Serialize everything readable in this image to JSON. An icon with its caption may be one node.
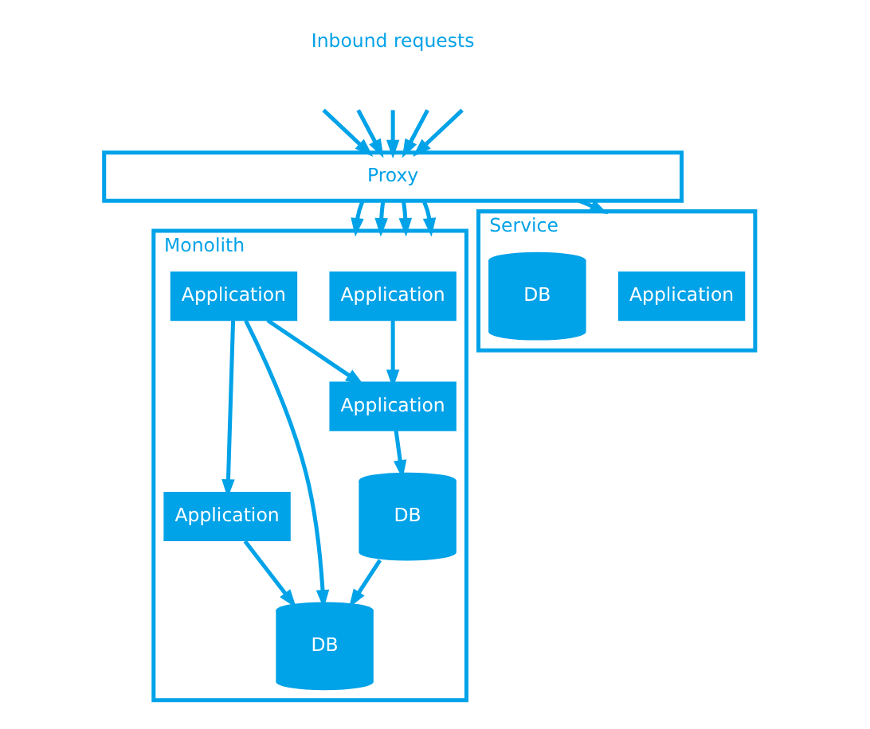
{
  "diagram": {
    "nodes": [
      {
        "text": [
          "Proxy"
        ]
      },
      {
        "text": [
          "Monolith"
        ]
      },
      {
        "text": [
          "Application"
        ],
        "in": 1
      },
      {
        "text": [
          "Application"
        ],
        "in": 1
      },
      {
        "text": [
          "Application"
        ],
        "in": 1
      },
      {
        "text": [
          "Application"
        ],
        "in": 1
      },
      {
        "text": [
          "DB"
        ],
        "in": 1
      },
      {
        "text": [
          "DB"
        ],
        "in": 1
      },
      {
        "text": [
          "Service"
        ]
      },
      {
        "text": [
          "Application"
        ],
        "in": 8
      },
      {
        "text": [
          "DB"
        ],
        "in": 8
      }
    ],
    "edges": [
      {
        "from": null,
        "to": 0,
        "arrow": "to"
      },
      {
        "from": null,
        "to": 0,
        "arrow": "to"
      },
      {
        "from": null,
        "to": 0,
        "arrow": "to"
      },
      {
        "from": null,
        "to": 0,
        "arrow": "to"
      },
      {
        "from": null,
        "to": 0,
        "arrow": "to"
      },
      {
        "from": 0,
        "to": 1,
        "arrow": "to"
      },
      {
        "from": 0,
        "to": 1,
        "arrow": "to"
      },
      {
        "from": 0,
        "to": 1,
        "arrow": "to"
      },
      {
        "from": 0,
        "to": 1,
        "arrow": "to"
      },
      {
        "from": 0,
        "to": 8,
        "arrow": "to"
      },
      {
        "from": 2,
        "to": 4,
        "arrow": "to"
      },
      {
        "from": 3,
        "to": 4,
        "arrow": "to"
      },
      {
        "from": 3,
        "to": 5,
        "arrow": "to"
      },
      {
        "from": 3,
        "to": 7,
        "arrow": "to"
      },
      {
        "from": 4,
        "to": 6,
        "arrow": "to"
      },
      {
        "from": 5,
        "to": 7,
        "arrow": "to"
      },
      {
        "from": 6,
        "to": 7,
        "arrow": "to"
      }
    ],
    "labels": [
      "Inbound requests"
    ]
  }
}
